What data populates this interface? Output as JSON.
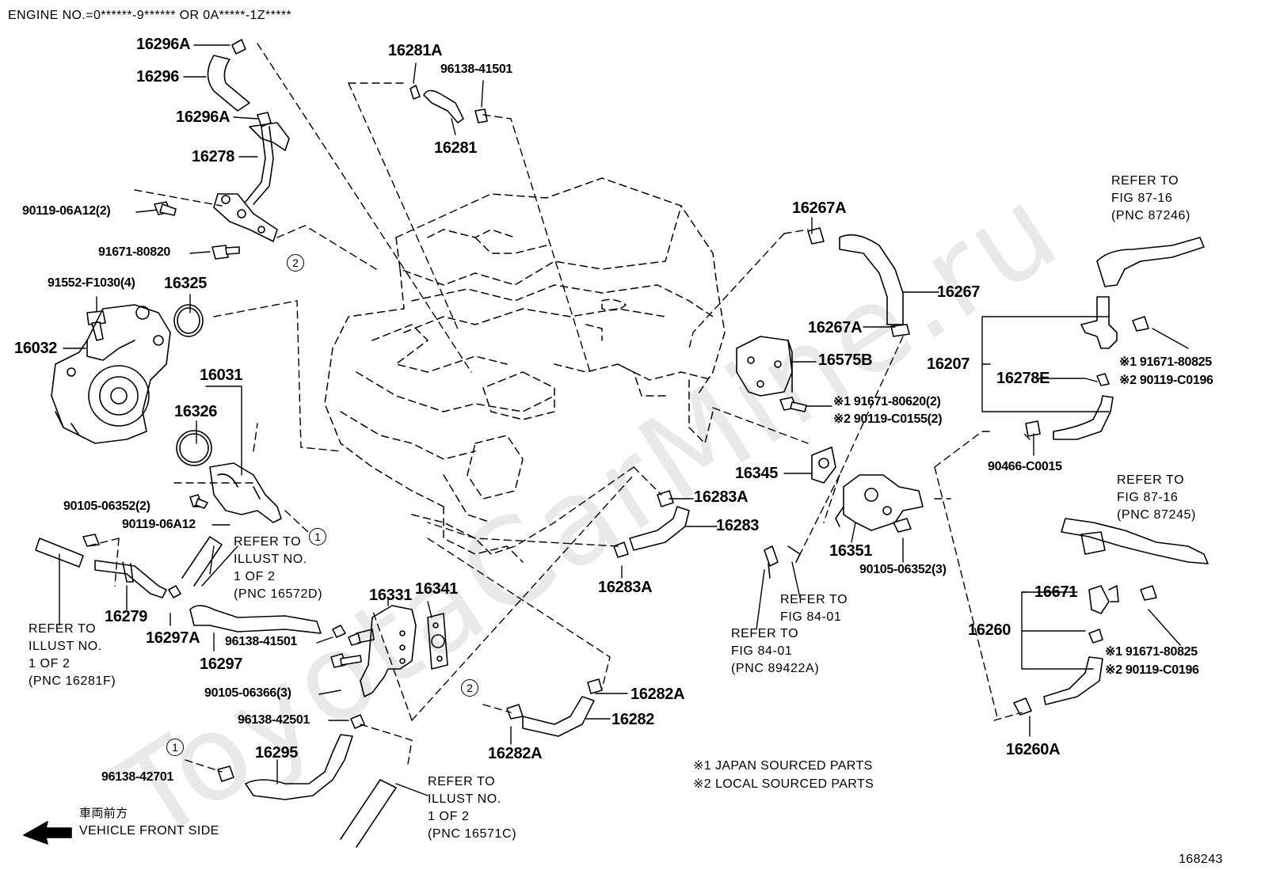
{
  "header": "ENGINE NO.=0******-9****** OR 0A*****-1Z*****",
  "figure_id": "168243",
  "watermark": "ToyotaCarMine.ru",
  "front_side": {
    "jp": "車両前方",
    "en": "VEHICLE FRONT SIDE"
  },
  "notes": {
    "n1": "※1 JAPAN SOURCED PARTS",
    "n2": "※2 LOCAL SOURCED PARTS"
  },
  "parts": {
    "p16296A_1": "16296A",
    "p16296": "16296",
    "p16296A_2": "16296A",
    "p16278": "16278",
    "p90119_06A12_2": "90119-06A12(2)",
    "p91671_80820": "91671-80820",
    "p91552": "91552-F1030(4)",
    "p16325": "16325",
    "p16032": "16032",
    "p16031": "16031",
    "p16326": "16326",
    "p90105_06352_2": "90105-06352(2)",
    "p90119_06A12": "90119-06A12",
    "p16279": "16279",
    "p16297A": "16297A",
    "p16297": "16297",
    "p96138_41501_a": "96138-41501",
    "p16331": "16331",
    "p16341": "16341",
    "p90105_06366": "90105-06366(3)",
    "p96138_42501": "96138-42501",
    "p16295": "16295",
    "p96138_42701": "96138-42701",
    "p16281A": "16281A",
    "p96138_41501_b": "96138-41501",
    "p16281": "16281",
    "p16267A_1": "16267A",
    "p16267": "16267",
    "p16267A_2": "16267A",
    "p16575B": "16575B",
    "p91671_80620": "※1 91671-80620(2)",
    "p90119_C0155": "※2 90119-C0155(2)",
    "p16345": "16345",
    "p16283A_1": "16283A",
    "p16283": "16283",
    "p16283A_2": "16283A",
    "p16351": "16351",
    "p90105_06352_3": "90105-06352(3)",
    "p16282A_1": "16282A",
    "p16282": "16282",
    "p16282A_2": "16282A",
    "p16207": "16207",
    "p16278E": "16278E",
    "p91671_80825_a": "※1 91671-80825",
    "p90119_C0196_a": "※2 90119-C0196",
    "p90466": "90466-C0015",
    "p16671": "16671",
    "p16260": "16260",
    "p91671_80825_b": "※1 91671-80825",
    "p90119_C0196_b": "※2 90119-C0196",
    "p16260A": "16260A"
  },
  "refs": {
    "r1": {
      "l1": "REFER TO",
      "l2": "ILLUST NO.",
      "l3": "1 OF 2",
      "l4": "(PNC 16572D)"
    },
    "r2": {
      "l1": "REFER TO",
      "l2": "ILLUST NO.",
      "l3": "1 OF 2",
      "l4": "(PNC 16281F)"
    },
    "r3": {
      "l1": "REFER TO",
      "l2": "ILLUST NO.",
      "l3": "1 OF 2",
      "l4": "(PNC 16571C)"
    },
    "r4": {
      "l1": "REFER TO",
      "l2": "FIG 84-01"
    },
    "r5": {
      "l1": "REFER TO",
      "l2": "FIG 84-01",
      "l3": "(PNC 89422A)"
    },
    "r6": {
      "l1": "REFER TO",
      "l2": "FIG 87-16",
      "l3": "(PNC 87246)"
    },
    "r7": {
      "l1": "REFER TO",
      "l2": "FIG 87-16",
      "l3": "(PNC 87245)"
    }
  },
  "markers": {
    "one": "1",
    "two": "2"
  }
}
